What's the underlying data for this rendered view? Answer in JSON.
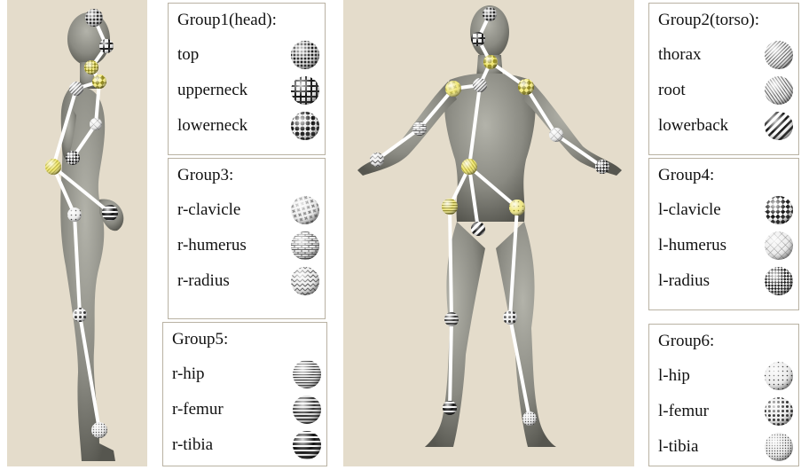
{
  "groups": [
    {
      "id": "g1",
      "title": "Group1(head):",
      "items": [
        {
          "label": "top",
          "pattern": "pat-dots-dense"
        },
        {
          "label": "upperneck",
          "pattern": "pat-grid-coarse"
        },
        {
          "label": "lowerneck",
          "pattern": "pat-dots-big"
        }
      ]
    },
    {
      "id": "g2",
      "title": "Group2(torso):",
      "items": [
        {
          "label": "thorax",
          "pattern": "pat-diag-fine"
        },
        {
          "label": "root",
          "pattern": "pat-diag-fine-2"
        },
        {
          "label": "lowerback",
          "pattern": "pat-diag-thick"
        }
      ]
    },
    {
      "id": "g3",
      "title": "Group3:",
      "items": [
        {
          "label": "r-clavicle",
          "pattern": "pat-weave"
        },
        {
          "label": "r-humerus",
          "pattern": "pat-brick"
        },
        {
          "label": "r-radius",
          "pattern": "pat-zigzag"
        }
      ]
    },
    {
      "id": "g4",
      "title": "Group4:",
      "items": [
        {
          "label": "l-clavicle",
          "pattern": "pat-checker"
        },
        {
          "label": "l-humerus",
          "pattern": "pat-diamond"
        },
        {
          "label": "l-radius",
          "pattern": "pat-checker-small"
        }
      ]
    },
    {
      "id": "g5",
      "title": "Group5:",
      "items": [
        {
          "label": "r-hip",
          "pattern": "pat-horiz-fine"
        },
        {
          "label": "r-femur",
          "pattern": "pat-horiz-mid"
        },
        {
          "label": "r-tibia",
          "pattern": "pat-horiz-thick"
        }
      ]
    },
    {
      "id": "g6",
      "title": "Group6:",
      "items": [
        {
          "label": "l-hip",
          "pattern": "pat-dots-sparse"
        },
        {
          "label": "l-femur",
          "pattern": "pat-dots-medium"
        },
        {
          "label": "l-tibia",
          "pattern": "pat-dots-fine"
        }
      ]
    }
  ],
  "colors": {
    "background": "#e4dccb",
    "body": "#8a8a82",
    "bone": "#ffffff",
    "joint_highlight": "#f2e21a"
  }
}
